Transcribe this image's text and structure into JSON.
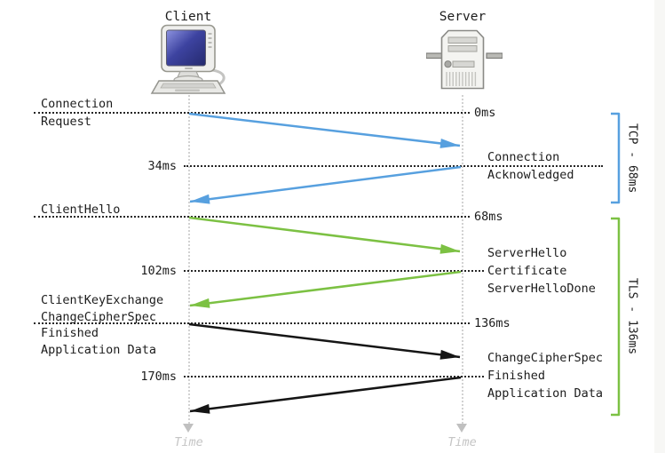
{
  "actors": {
    "client": "Client",
    "server": "Server"
  },
  "icons": {
    "client": "desktop-computer-icon",
    "server": "server-tower-icon"
  },
  "axis": {
    "label": "Time",
    "ticks": [
      "0ms",
      "34ms",
      "68ms",
      "102ms",
      "136ms",
      "170ms"
    ]
  },
  "colors": {
    "tcp": "#57a0df",
    "tls": "#7cc143",
    "app": "#151515"
  },
  "message_groups": {
    "client": [
      {
        "lines": [
          "Connection",
          "Request"
        ]
      },
      {
        "lines": [
          "ClientHello"
        ]
      },
      {
        "lines": [
          "ClientKeyExchange",
          "ChangeCipherSpec",
          "Finished",
          "Application Data"
        ]
      }
    ],
    "server": [
      {
        "lines": [
          "Connection",
          "Acknowledged"
        ]
      },
      {
        "lines": [
          "ServerHello",
          "Certificate",
          "ServerHelloDone"
        ]
      },
      {
        "lines": [
          "ChangeCipherSpec",
          "Finished",
          "Application Data"
        ]
      }
    ]
  },
  "phases": [
    {
      "label": "TCP - 68ms",
      "key": "tcp"
    },
    {
      "label": "TLS - 136ms",
      "key": "tls"
    }
  ],
  "exchanges": [
    {
      "from": "client",
      "to": "server",
      "phase": "tcp"
    },
    {
      "from": "server",
      "to": "client",
      "phase": "tcp"
    },
    {
      "from": "client",
      "to": "server",
      "phase": "tls"
    },
    {
      "from": "server",
      "to": "client",
      "phase": "tls"
    },
    {
      "from": "client",
      "to": "server",
      "phase": "app"
    },
    {
      "from": "server",
      "to": "client",
      "phase": "app"
    }
  ]
}
